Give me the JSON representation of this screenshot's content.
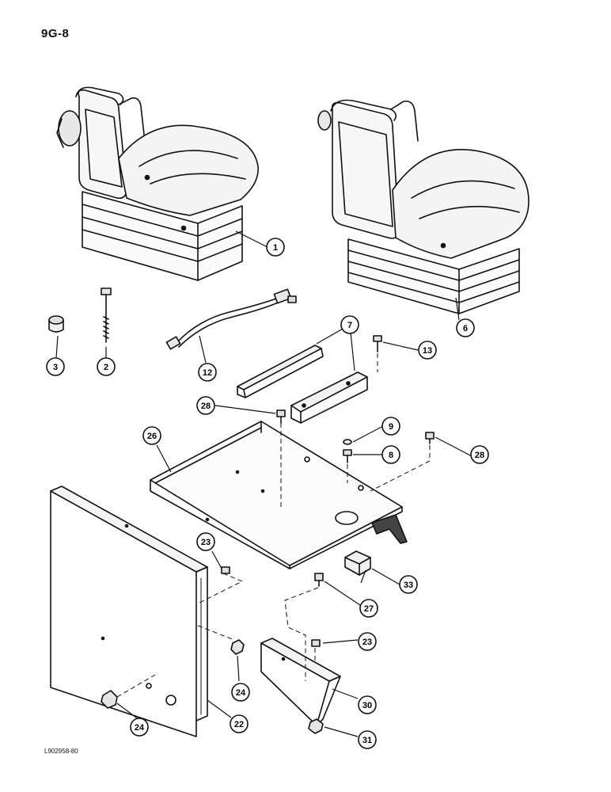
{
  "page_ref": "9G-8",
  "figure_code": "L902958-80",
  "callouts": {
    "c1": "1",
    "c2": "2",
    "c3": "3",
    "c6": "6",
    "c7": "7",
    "c8": "8",
    "c9": "9",
    "c12": "12",
    "c13": "13",
    "c22": "22",
    "c23a": "23",
    "c23b": "23",
    "c24a": "24",
    "c24b": "24",
    "c26": "26",
    "c27": "27",
    "c28a": "28",
    "c28b": "28",
    "c30": "30",
    "c31": "31",
    "c33": "33"
  }
}
